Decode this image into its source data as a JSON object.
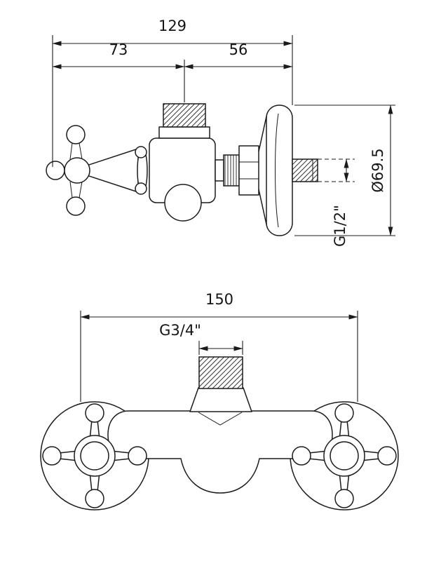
{
  "meta": {
    "type": "technical-drawing",
    "subject": "wall-mounted shower mixer faucet, two projection views with dimensions",
    "line_color": "#1b1b1b",
    "background": "#ffffff"
  },
  "top_view": {
    "description": "side view of mixer with cross handle, valve body and wall flange",
    "dims": {
      "overall_width": "129",
      "handle_to_center": "73",
      "center_to_wall": "56",
      "flange_diameter": "Ø69.5",
      "inlet_thread": "G1/2\""
    }
  },
  "bottom_view": {
    "description": "front view of mixer with two cross handles on wall flanges",
    "dims": {
      "centers_distance": "150",
      "outlet_thread": "G3/4\""
    }
  }
}
